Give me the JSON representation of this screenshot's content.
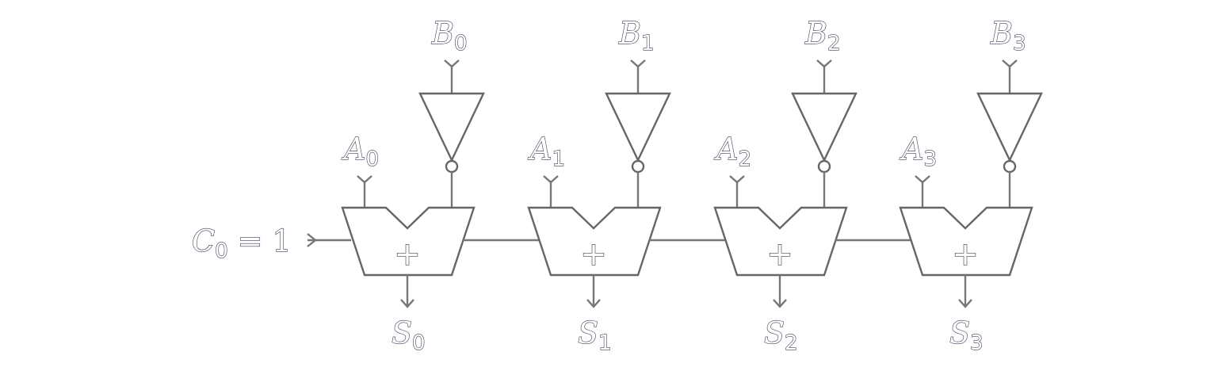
{
  "carry_in": {
    "symbol": "C",
    "subscript": "0",
    "equals_text": "= 1"
  },
  "stages": [
    {
      "a_symbol": "A",
      "a_sub": "0",
      "b_symbol": "B",
      "b_sub": "0",
      "s_symbol": "S",
      "s_sub": "0",
      "op": "+"
    },
    {
      "a_symbol": "A",
      "a_sub": "1",
      "b_symbol": "B",
      "b_sub": "1",
      "s_symbol": "S",
      "s_sub": "1",
      "op": "+"
    },
    {
      "a_symbol": "A",
      "a_sub": "2",
      "b_symbol": "B",
      "b_sub": "2",
      "s_symbol": "S",
      "s_sub": "2",
      "op": "+"
    },
    {
      "a_symbol": "A",
      "a_sub": "3",
      "b_symbol": "B",
      "b_sub": "3",
      "s_symbol": "S",
      "s_sub": "3",
      "op": "+"
    }
  ]
}
